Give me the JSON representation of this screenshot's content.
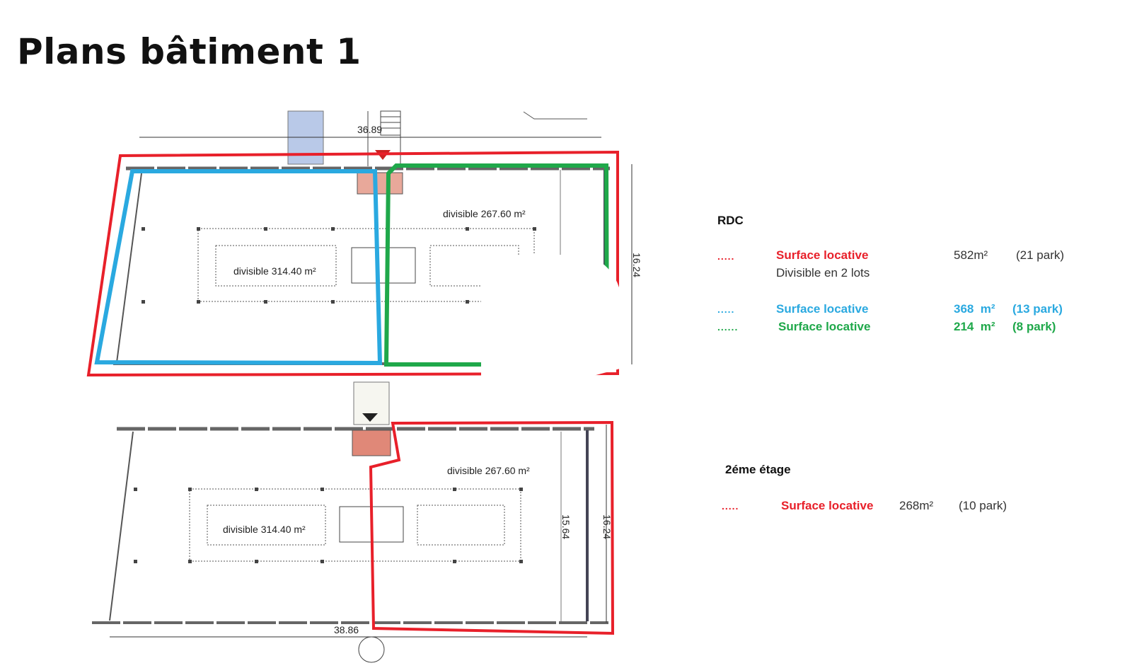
{
  "title": "Plans bâtiment 1",
  "plan_labels": {
    "rdc_width": "36.89",
    "rdc_depth": "16.24",
    "rdc_left_lot": "divisible 314.40 m²",
    "rdc_right_lot": "divisible 267.60 m²",
    "etage_left_lot": "divisible 314.40 m²",
    "etage_right_lot": "divisible 267.60 m²",
    "etage_inner_depth": "15.64",
    "etage_depth": "16.24",
    "etage_width": "38.86"
  },
  "legend": {
    "rdc": {
      "heading": "RDC",
      "rows": [
        {
          "marker": ".....",
          "label": "Surface locative",
          "area": "582m²",
          "parking": "(21 park)",
          "note": "Divisible en 2 lots",
          "color": "#e8202a"
        },
        {
          "marker": ".....",
          "label": "Surface locative",
          "area": "368  m²",
          "parking": "(13 park)",
          "color": "#2aa9e0"
        },
        {
          "marker": "......",
          "label": "Surface locative",
          "area": "214  m²",
          "parking": "(8 park)",
          "color": "#1fa84a"
        }
      ]
    },
    "etage": {
      "heading": "2éme étage",
      "rows": [
        {
          "marker": ".....",
          "label": "Surface locative",
          "area": "268m²",
          "parking": "(10 park)",
          "color": "#e8202a"
        }
      ]
    }
  }
}
